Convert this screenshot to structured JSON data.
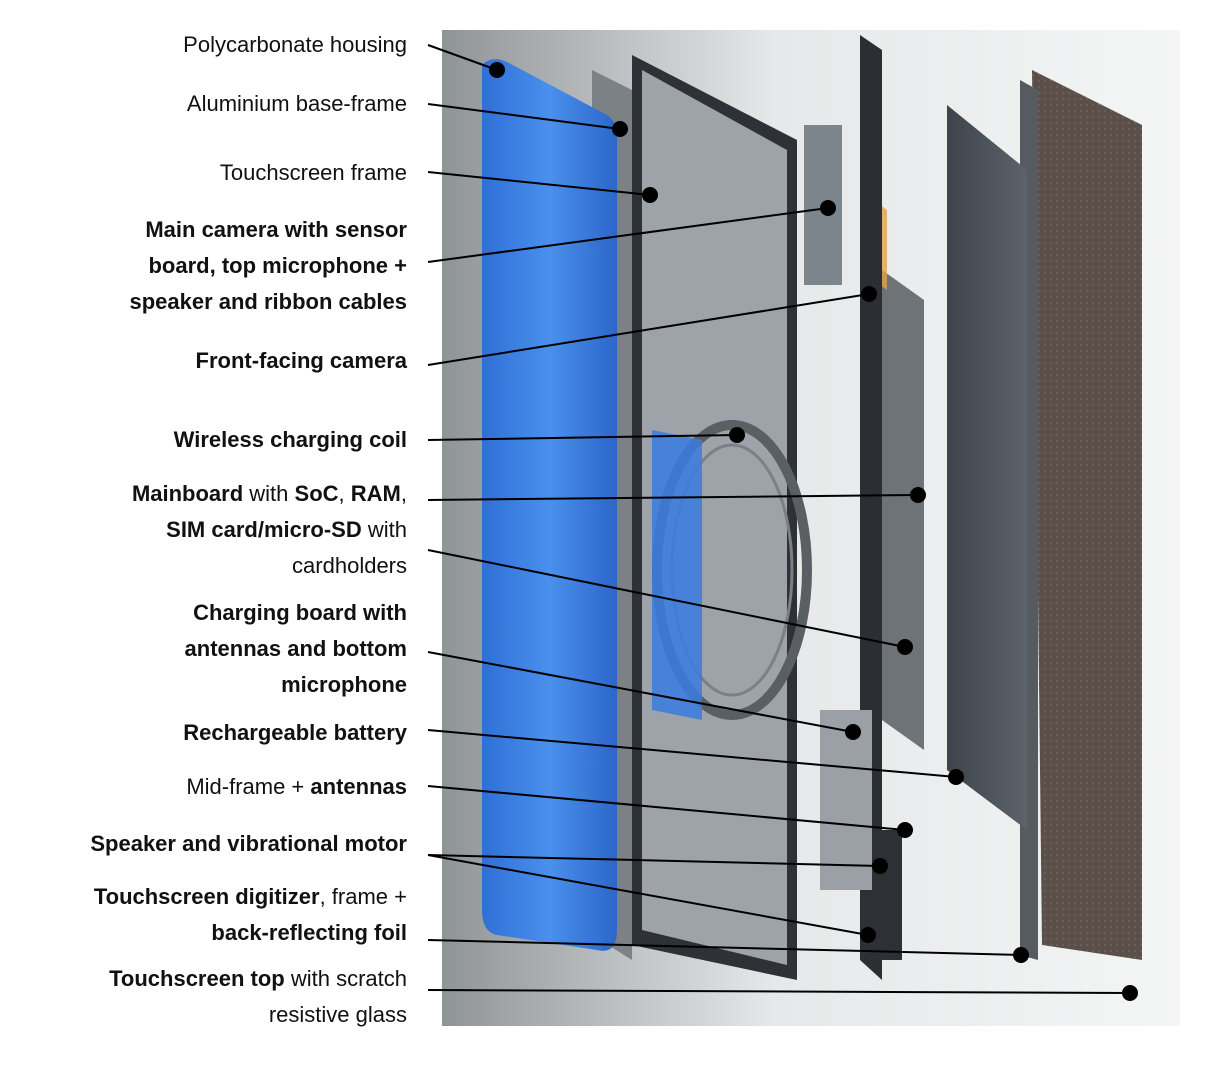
{
  "diagram": {
    "labels": [
      {
        "id": "housing",
        "parts": [
          {
            "t": "Polycarbonate housing",
            "b": false
          }
        ]
      },
      {
        "id": "base-frame",
        "parts": [
          {
            "t": "Aluminium base-frame",
            "b": false
          }
        ]
      },
      {
        "id": "touch-frame",
        "parts": [
          {
            "t": "Touchscreen frame",
            "b": false
          }
        ]
      },
      {
        "id": "main-camera",
        "lines": [
          [
            {
              "t": "Main camera with sensor",
              "b": true
            }
          ],
          [
            {
              "t": "board, top microphone +",
              "b": true
            }
          ],
          [
            {
              "t": "speaker and ribbon cables",
              "b": true
            }
          ]
        ]
      },
      {
        "id": "front-camera",
        "parts": [
          {
            "t": "Front-facing camera",
            "b": true
          }
        ]
      },
      {
        "id": "wireless-coil",
        "parts": [
          {
            "t": "Wireless charging coil",
            "b": true
          }
        ]
      },
      {
        "id": "mainboard",
        "lines": [
          [
            {
              "t": "Mainboard",
              "b": true
            },
            {
              "t": " with ",
              "b": false
            },
            {
              "t": "SoC",
              "b": true
            },
            {
              "t": ", ",
              "b": false
            },
            {
              "t": "RAM",
              "b": true
            },
            {
              "t": ",",
              "b": false
            }
          ],
          [
            {
              "t": "SIM card/micro-SD",
              "b": true
            },
            {
              "t": " with",
              "b": false
            }
          ],
          [
            {
              "t": "cardholders",
              "b": false
            }
          ]
        ]
      },
      {
        "id": "charging-board",
        "lines": [
          [
            {
              "t": "Charging board with",
              "b": true
            }
          ],
          [
            {
              "t": "antennas and bottom",
              "b": true
            }
          ],
          [
            {
              "t": "microphone",
              "b": true
            }
          ]
        ]
      },
      {
        "id": "battery",
        "parts": [
          {
            "t": "Rechargeable battery",
            "b": true
          }
        ]
      },
      {
        "id": "mid-frame",
        "parts": [
          {
            "t": "Mid-frame + ",
            "b": false
          },
          {
            "t": "antennas",
            "b": true
          }
        ]
      },
      {
        "id": "speaker-motor",
        "parts": [
          {
            "t": "Speaker and vibrational motor",
            "b": true
          }
        ]
      },
      {
        "id": "digitizer",
        "lines": [
          [
            {
              "t": "Touchscreen digitizer",
              "b": true
            },
            {
              "t": ", frame +",
              "b": false
            }
          ],
          [
            {
              "t": "back-reflecting foil",
              "b": true
            }
          ]
        ]
      },
      {
        "id": "touch-top",
        "lines": [
          [
            {
              "t": "Touchscreen top",
              "b": true
            },
            {
              "t": " with scratch",
              "b": false
            }
          ],
          [
            {
              "t": "resistive glass",
              "b": false
            }
          ]
        ]
      }
    ]
  }
}
